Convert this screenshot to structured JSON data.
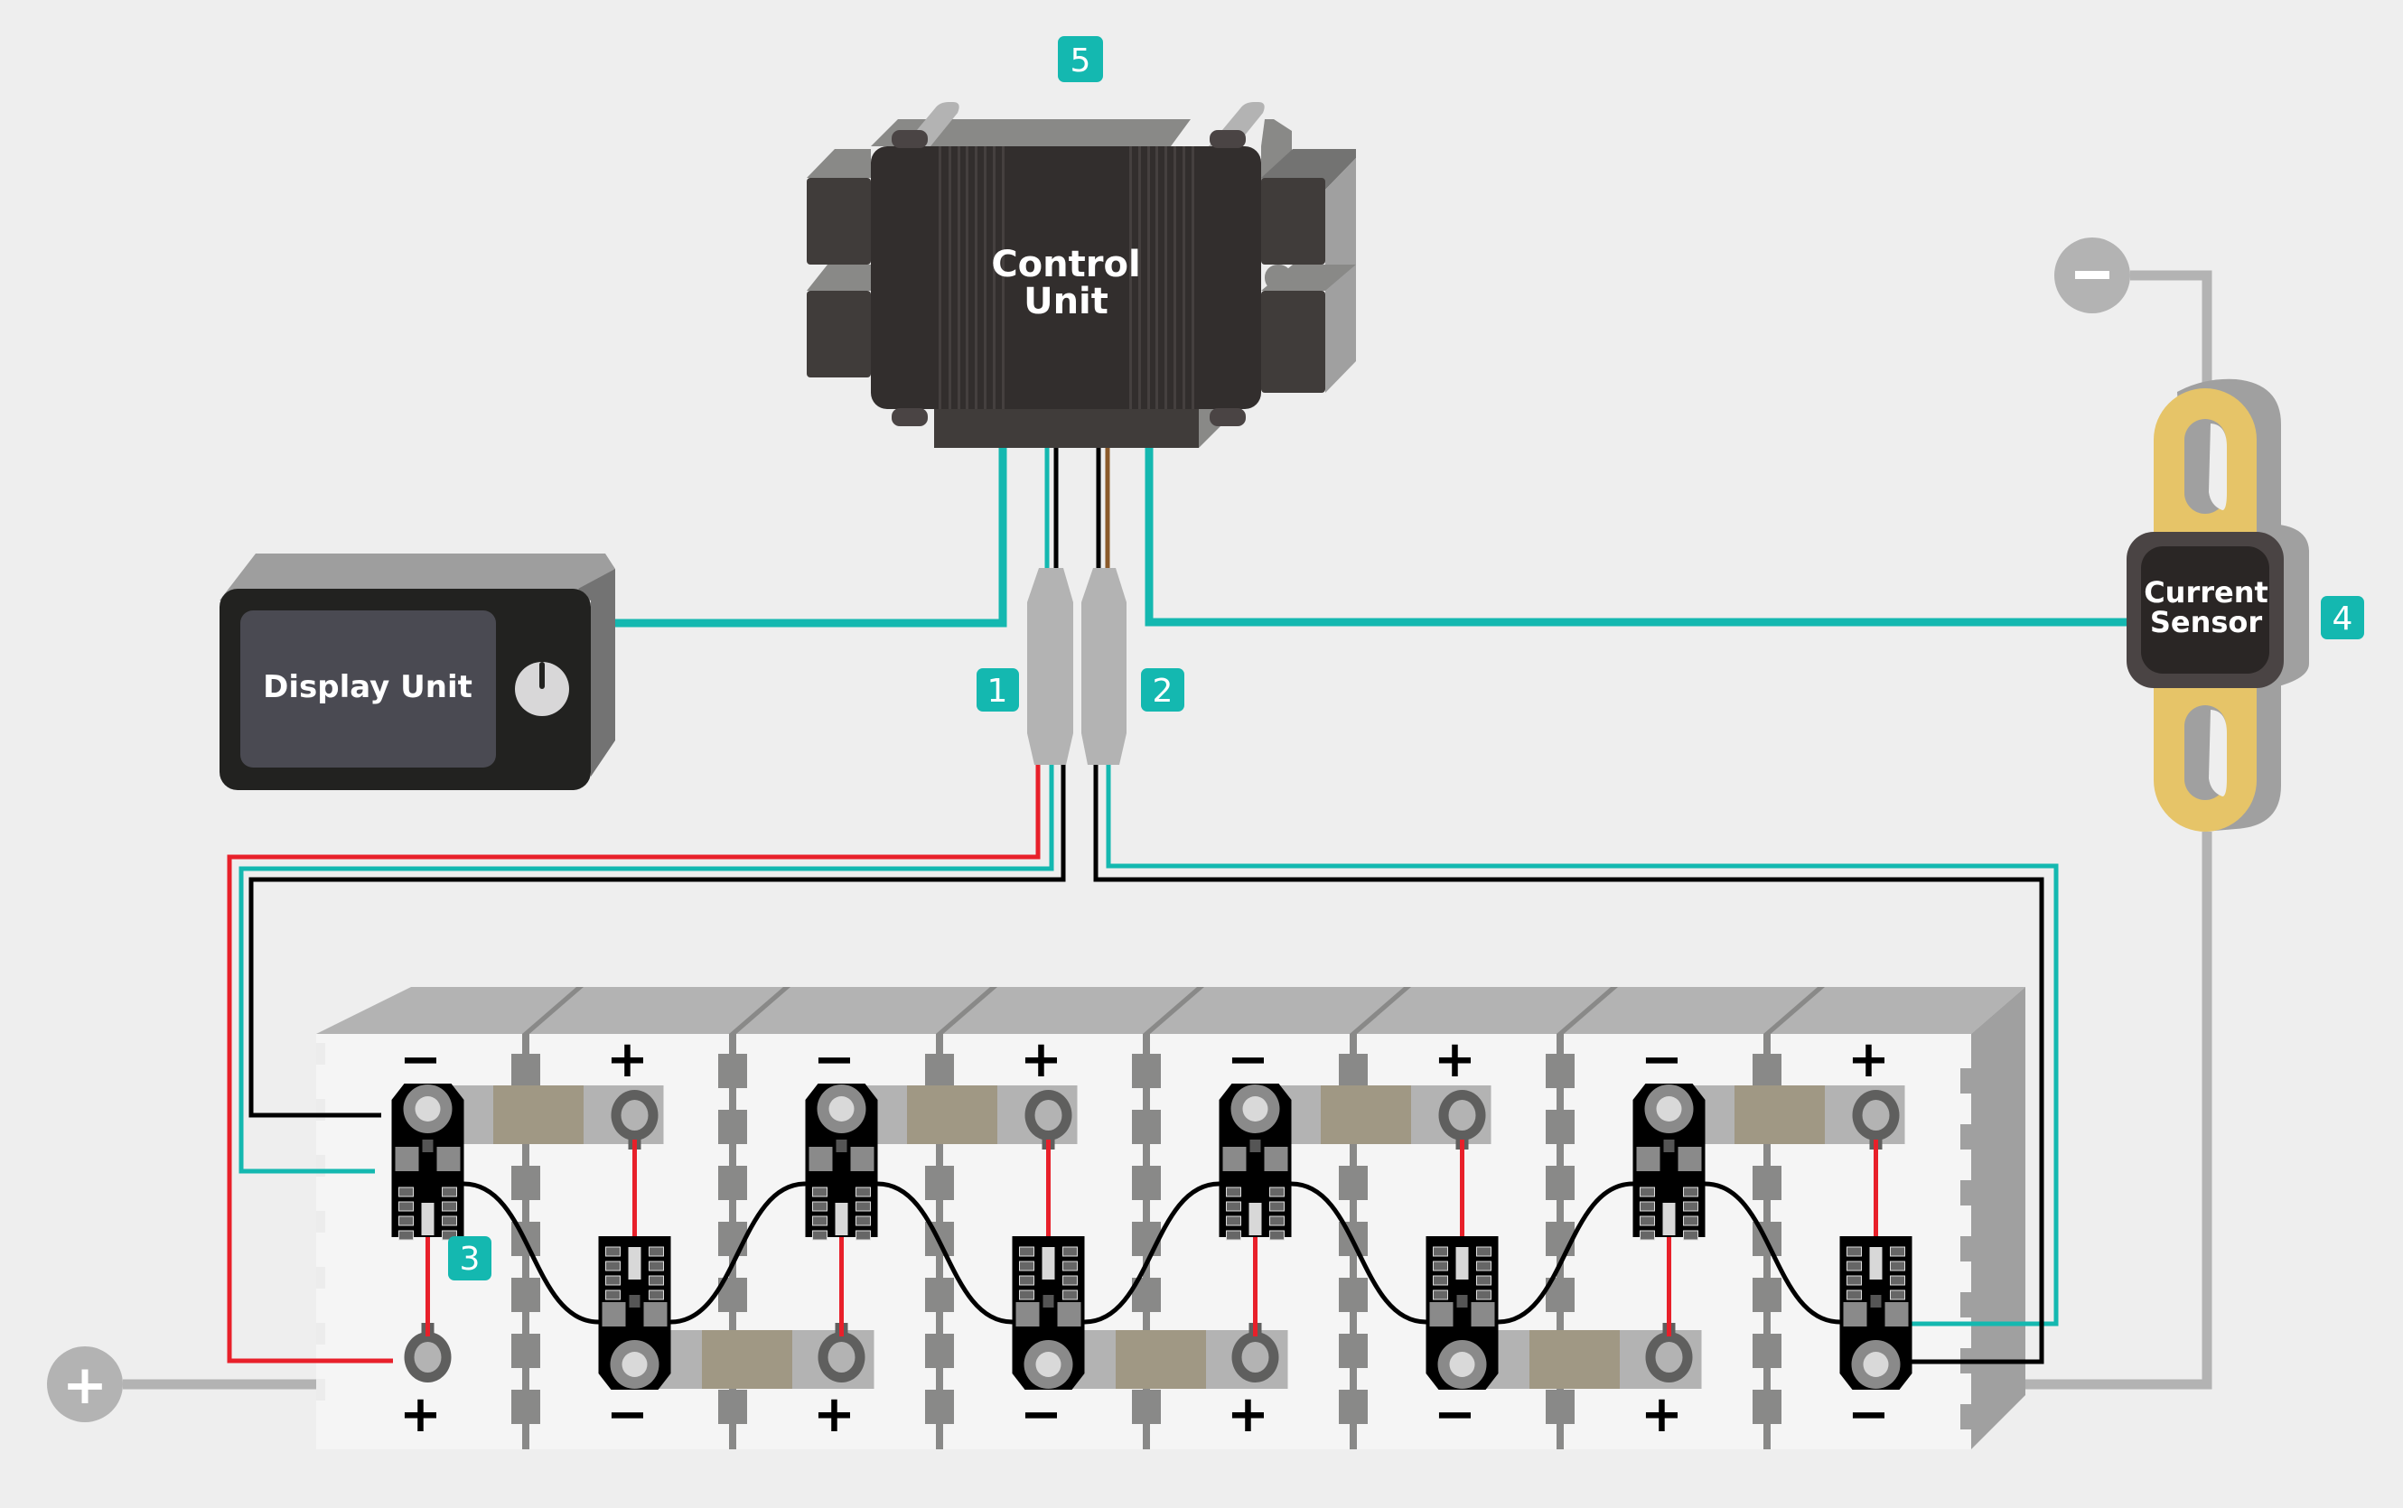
{
  "title": "Battery management system wiring diagram",
  "colors": {
    "background": "#eeeeee",
    "accent_teal": "#14b8b0",
    "wire_red": "#e8202a",
    "wire_black": "#000000",
    "wire_brown": "#8b5a2b",
    "power_grey": "#b3b3b3",
    "busbar_beige": "#a09884",
    "shunt_yellow": "#e6c468",
    "device_dark": "#322e2d"
  },
  "components": {
    "control_unit": {
      "label_line1": "Control",
      "label_line2": "Unit",
      "badge": "5"
    },
    "display_unit": {
      "label": "Display Unit",
      "knob_icon": "power-knob-icon"
    },
    "connector_1": {
      "badge": "1"
    },
    "connector_2": {
      "badge": "2"
    },
    "current_sensor": {
      "label_line1": "Current",
      "label_line2": "Sensor",
      "badge": "4"
    },
    "cell_modules": {
      "badge": "3"
    },
    "pack_positive_terminal": {
      "symbol": "+"
    },
    "pack_negative_terminal": {
      "symbol": "−"
    }
  },
  "battery_pack": {
    "cell_count": 8,
    "cells": [
      {
        "top": "−",
        "bottom": "+",
        "board": "top"
      },
      {
        "top": "+",
        "bottom": "−",
        "board": "bottom"
      },
      {
        "top": "−",
        "bottom": "+",
        "board": "top"
      },
      {
        "top": "+",
        "bottom": "−",
        "board": "bottom"
      },
      {
        "top": "−",
        "bottom": "+",
        "board": "top"
      },
      {
        "top": "+",
        "bottom": "−",
        "board": "bottom"
      },
      {
        "top": "−",
        "bottom": "+",
        "board": "top"
      },
      {
        "top": "+",
        "bottom": "−",
        "board": "bottom"
      }
    ]
  }
}
